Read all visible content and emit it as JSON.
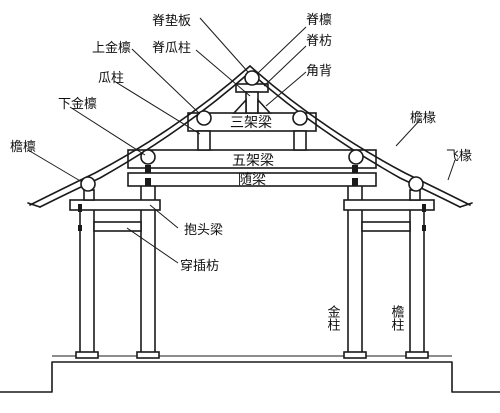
{
  "labels": {
    "ji_dian_ban": "脊垫板",
    "ji_lin": "脊檩",
    "shang_jin_lin": "上金檩",
    "ji_gua_zhu": "脊瓜柱",
    "ji_fang": "脊枋",
    "gua_zhu": "瓜柱",
    "jiao_bei": "角背",
    "xia_jin_lin": "下金檩",
    "yan_chuan": "檐椽",
    "yan_lin": "檐檩",
    "fei_chuan": "飞椽",
    "san_jia_liang": "三架梁",
    "wu_jia_liang": "五架梁",
    "sui_liang": "随梁",
    "bao_tou_liang": "抱头梁",
    "chuan_cha_fang": "穿插枋",
    "jin_zhu": "金柱",
    "yan_zhu": "檐柱"
  }
}
